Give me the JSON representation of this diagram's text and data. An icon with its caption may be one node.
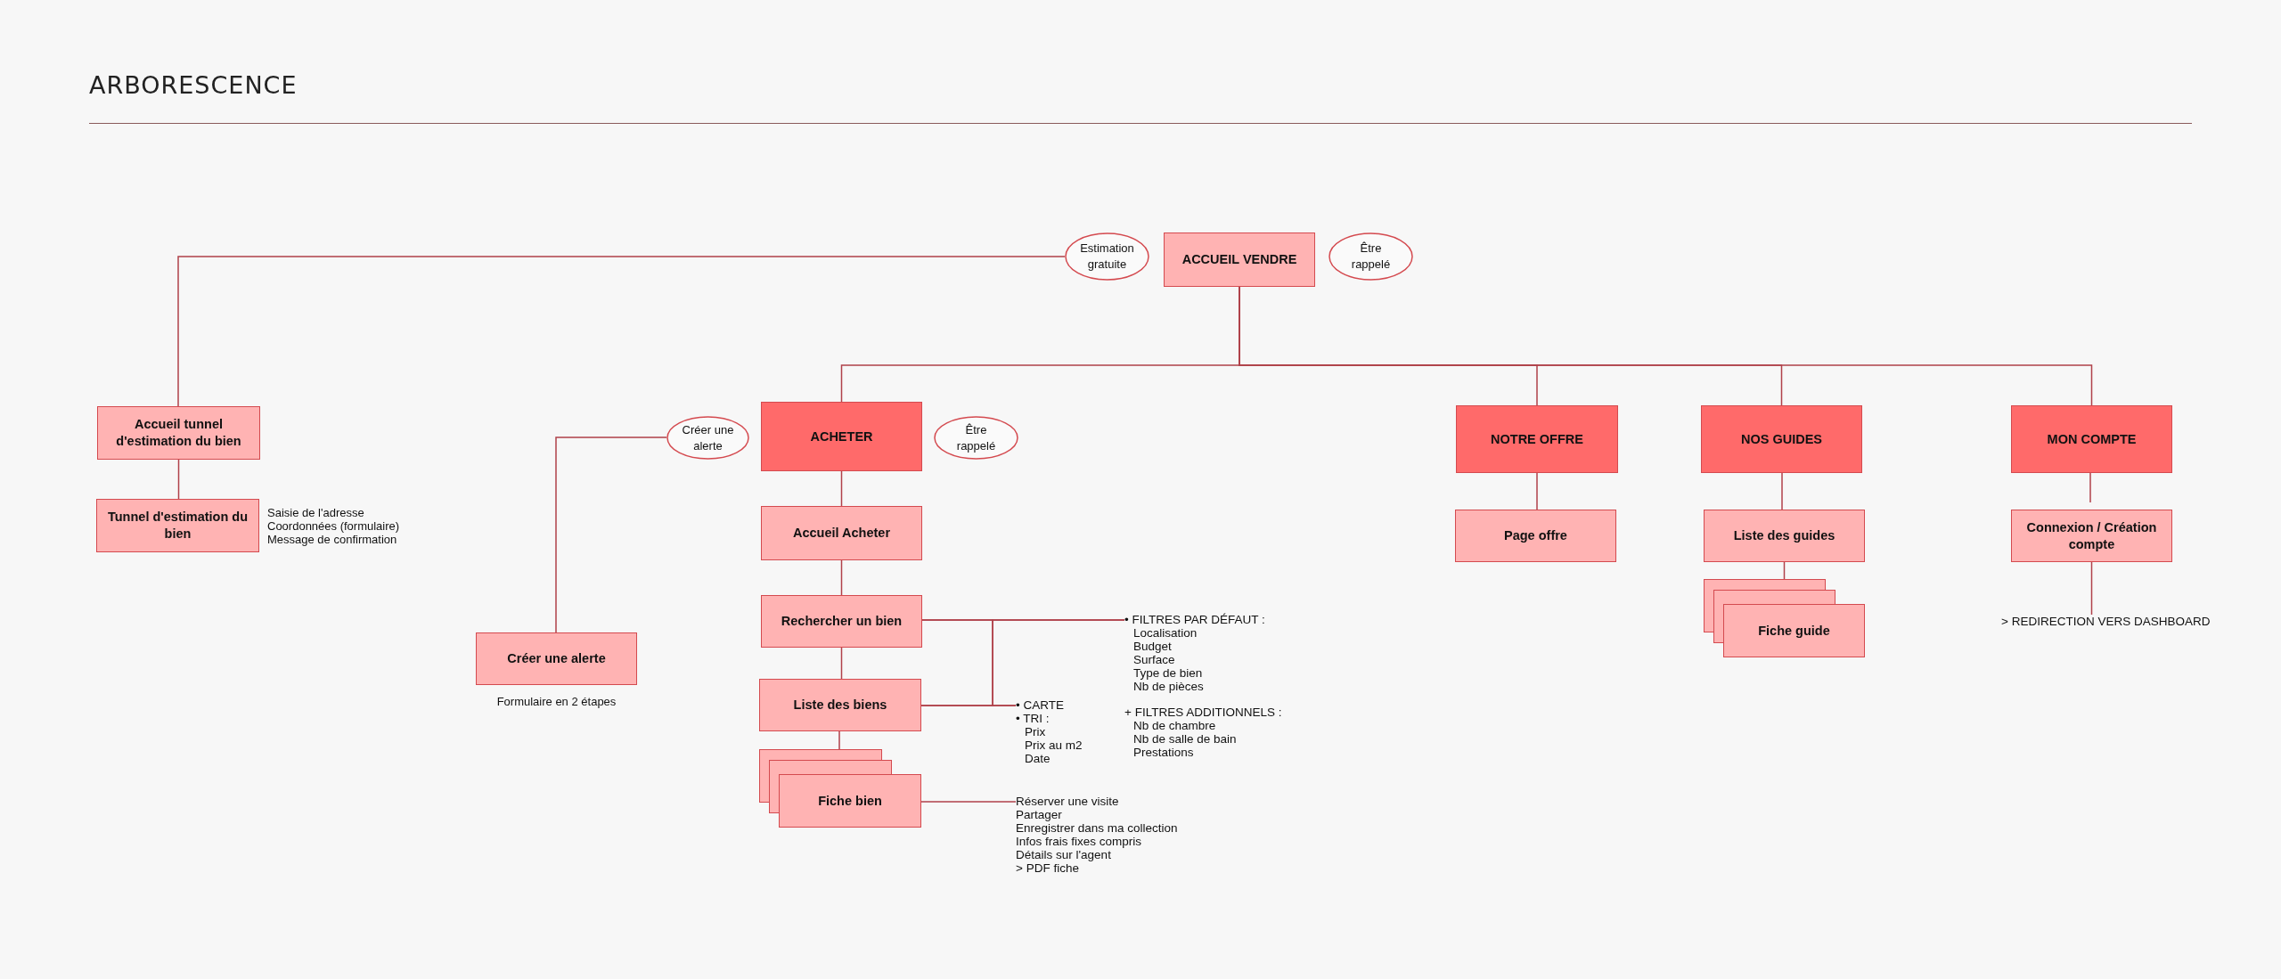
{
  "diagram": {
    "title": "ARBORESCENCE",
    "nodes": [
      {
        "text": [
          "ACCUEIL VENDRE"
        ]
      },
      {
        "text": [
          "Estimation gratuite"
        ]
      },
      {
        "text": [
          "Être rappelé"
        ]
      },
      {
        "text": [
          "Accueil tunnel d'estimation du bien"
        ]
      },
      {
        "text": [
          "Tunnel d'estimation du bien"
        ],
        "beside": [
          "Saisie de l'adresse",
          "Coordonnées (formulaire)",
          "Message de confirmation"
        ]
      },
      {
        "text": [
          "Créer une alerte"
        ]
      },
      {
        "text": [
          "ACHETER"
        ]
      },
      {
        "text": [
          "Être rappelé"
        ]
      },
      {
        "text": [
          "Créer une alerte"
        ],
        "beside": [
          "Formulaire en 2 étapes"
        ]
      },
      {
        "text": [
          "Accueil Acheter"
        ]
      },
      {
        "text": [
          "Rechercher un bien"
        ]
      },
      {
        "text": [
          "Liste des biens"
        ]
      },
      {
        "text": [
          "Fiche bien"
        ]
      },
      {
        "text": [
          "NOTRE OFFRE"
        ]
      },
      {
        "text": [
          "Page offre"
        ]
      },
      {
        "text": [
          "NOS GUIDES"
        ]
      },
      {
        "text": [
          "Liste des guides"
        ]
      },
      {
        "text": [
          "Fiche guide"
        ]
      },
      {
        "text": [
          "MON COMPTE"
        ]
      },
      {
        "text": [
          "Connexion / Création compte"
        ]
      },
      {
        "text": [
          "> REDIRECTION VERS DASHBOARD"
        ]
      },
      {
        "text": [
          "• FILTRES PAR DÉFAUT :",
          "Localisation",
          "Budget",
          "Surface",
          "Type de bien",
          "Nb de pièces",
          "+ FILTRES ADDITIONNELS :",
          "Nb de chambre",
          "Nb de salle de bain",
          "Prestations"
        ]
      },
      {
        "text": [
          "• CARTE",
          "• TRI :",
          "Prix",
          "Prix au m2",
          "Date"
        ]
      },
      {
        "text": [
          "Réserver une visite",
          "Partager",
          "Enregistrer dans ma collection",
          "Infos frais fixes compris",
          "Détails sur l'agent",
          "> PDF fiche"
        ]
      }
    ],
    "edges": [
      {
        "from": 1,
        "to": 3,
        "arrow": "none"
      },
      {
        "from": 0,
        "to": 6,
        "arrow": "none"
      },
      {
        "from": 0,
        "to": 13,
        "arrow": "none"
      },
      {
        "from": 0,
        "to": 15,
        "arrow": "none"
      },
      {
        "from": 0,
        "to": 18,
        "arrow": "none"
      },
      {
        "from": 3,
        "to": 4,
        "arrow": "none"
      },
      {
        "from": 5,
        "to": 8,
        "arrow": "none"
      },
      {
        "from": 6,
        "to": 9,
        "arrow": "none"
      },
      {
        "from": 9,
        "to": 10,
        "arrow": "none"
      },
      {
        "from": 10,
        "to": 11,
        "arrow": "none"
      },
      {
        "from": 11,
        "to": 12,
        "arrow": "none"
      },
      {
        "from": 10,
        "to": 21,
        "arrow": "none"
      },
      {
        "from": 11,
        "to": 22,
        "arrow": "none"
      },
      {
        "from": 11,
        "to": 21,
        "arrow": "none"
      },
      {
        "from": 10,
        "to": 22,
        "arrow": "none"
      },
      {
        "from": 12,
        "to": 23,
        "arrow": "none"
      },
      {
        "from": 13,
        "to": 14,
        "arrow": "none"
      },
      {
        "from": 15,
        "to": 16,
        "arrow": "none"
      },
      {
        "from": 16,
        "to": 17,
        "arrow": "none"
      },
      {
        "from": 18,
        "to": 19,
        "arrow": "none"
      },
      {
        "from": 19,
        "to": 20,
        "arrow": "none"
      }
    ]
  }
}
